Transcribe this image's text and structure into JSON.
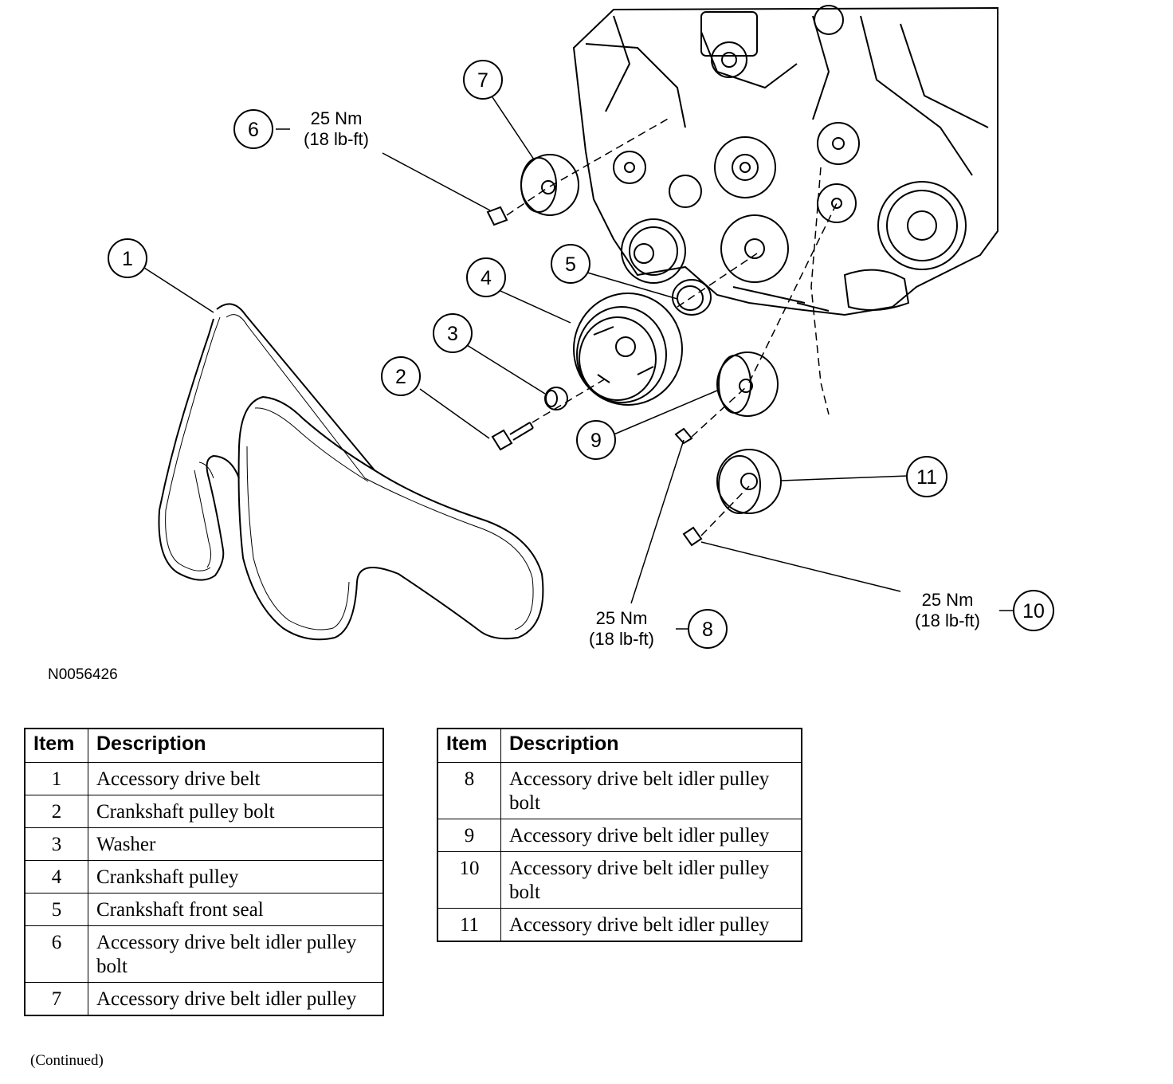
{
  "diagram": {
    "figure_id": "N0056426",
    "callouts": [
      "1",
      "2",
      "3",
      "4",
      "5",
      "6",
      "7",
      "8",
      "9",
      "10",
      "11"
    ],
    "torque_specs": {
      "item6": {
        "nm": "25 Nm",
        "lbft": "(18 lb-ft)"
      },
      "item8": {
        "nm": "25 Nm",
        "lbft": "(18 lb-ft)"
      },
      "item10": {
        "nm": "25 Nm",
        "lbft": "(18 lb-ft)"
      }
    }
  },
  "legend": {
    "header_item": "Item",
    "header_description": "Description",
    "left_rows": [
      {
        "item": "1",
        "description": "Accessory drive belt"
      },
      {
        "item": "2",
        "description": "Crankshaft pulley bolt"
      },
      {
        "item": "3",
        "description": "Washer"
      },
      {
        "item": "4",
        "description": "Crankshaft pulley"
      },
      {
        "item": "5",
        "description": "Crankshaft front seal"
      },
      {
        "item": "6",
        "description": "Accessory drive belt idler pulley bolt"
      },
      {
        "item": "7",
        "description": "Accessory drive belt idler pulley"
      }
    ],
    "right_rows": [
      {
        "item": "8",
        "description": "Accessory drive belt idler pulley bolt"
      },
      {
        "item": "9",
        "description": "Accessory drive belt idler pulley"
      },
      {
        "item": "10",
        "description": "Accessory drive belt idler pulley bolt"
      },
      {
        "item": "11",
        "description": "Accessory drive belt idler pulley"
      }
    ],
    "continued": "(Continued)"
  }
}
